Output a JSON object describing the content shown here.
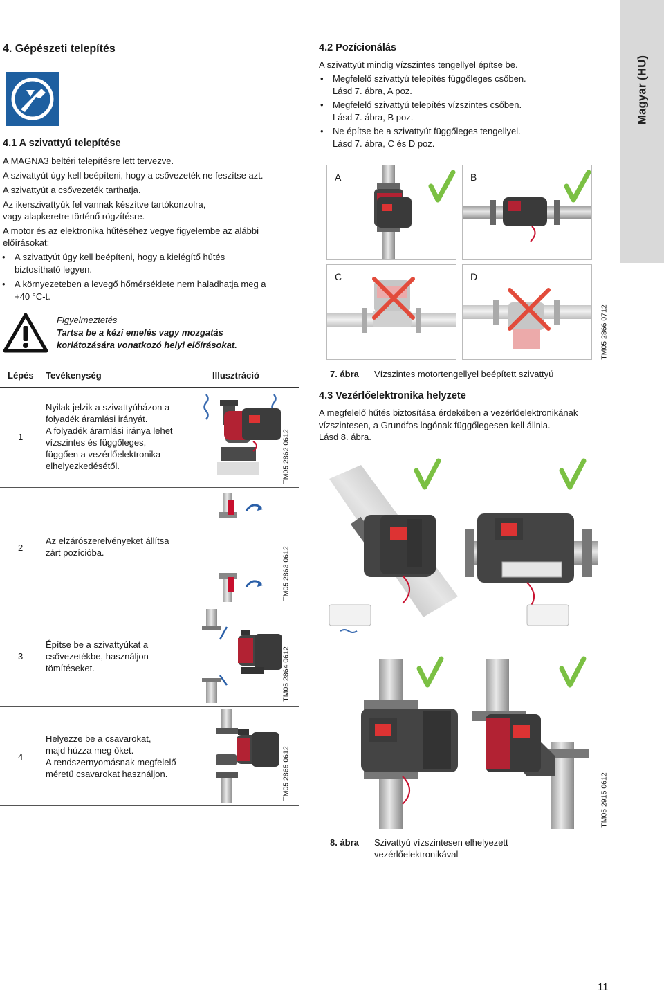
{
  "side_tab": "Magyar (HU)",
  "page_number": "11",
  "section": {
    "title": "4. Gépészeti telepítés",
    "logo_icon": "installation-wrench-icon",
    "subsection_title": "4.1 A szivattyú telepítése",
    "paragraphs": [
      "A MAGNA3 beltéri telepítésre lett tervezve.",
      "A szivattyút úgy kell beépíteni, hogy a csővezeték ne feszítse azt.",
      "A szivattyút a csővezeték tarthatja.",
      "Az ikerszivattyúk fel vannak készítve tartókonzolra,",
      "vagy alapkeretre történő rögzítésre.",
      "A motor és az elektronika hűtéséhez vegye figyelembe az alábbi",
      "előírásokat:"
    ],
    "bullets": [
      [
        "A szivattyút úgy kell beépíteni, hogy a kielégítő hűtés",
        "biztosítható legyen."
      ],
      [
        "A környezeteben a levegő hőmérséklete nem haladhatja meg a",
        "+40 °C-t."
      ]
    ]
  },
  "warning": {
    "icon": "warning-triangle-icon",
    "title": "Figyelmeztetés",
    "body_lines": [
      "Tartsa be a kézi emelés vagy mozgatás",
      "korlátozására vonatkozó helyi előírásokat."
    ]
  },
  "steps_table": {
    "headers": [
      "Lépés",
      "Tevékenység",
      "Illusztráció"
    ],
    "rows": [
      {
        "num": "1",
        "lines": [
          "Nyilak jelzik a szivattyúházon a",
          "folyadék áramlási irányát.",
          "A folyadék áramlási iránya lehet",
          "vízszintes és függőleges,",
          "függően a vezérlőelektronika",
          "elhelyezkedésétől."
        ],
        "code": "TM05 2862 0612"
      },
      {
        "num": "2",
        "lines": [
          "Az elzárószerelvényeket állítsa",
          "zárt pozícióba."
        ],
        "code": "TM05 2863 0612"
      },
      {
        "num": "3",
        "lines": [
          "Építse be a szivattyúkat a",
          "csővezetékbe, használjon",
          "tömítéseket."
        ],
        "code": "TM05 2864 0612"
      },
      {
        "num": "4",
        "lines": [
          "Helyezze be a csavarokat,",
          "majd húzza meg őket.",
          "A rendszernyomásnak megfelelő",
          "méretű csavarokat használjon."
        ],
        "code": "TM05 2865 0612"
      }
    ]
  },
  "positioning": {
    "title": "4.2 Pozícionálás",
    "intro": "A szivattyút mindig vízszintes tengellyel építse be.",
    "bullets": [
      [
        "Megfelelő szivattyú telepítés függőleges csőben.",
        "Lásd 7. ábra, A poz."
      ],
      [
        "Megfelelő szivattyú telepítés vízszintes csőben.",
        "Lásd 7. ábra, B poz."
      ],
      [
        "Ne építse be a szivattyút függőleges tengellyel.",
        "Lásd 7. ábra, C és D poz."
      ]
    ],
    "figure_letters": [
      "A",
      "B",
      "C",
      "D"
    ],
    "figure_code": "TM05 2866 0712",
    "caption_num": "7. ábra",
    "caption_text": "Vízszintes motortengellyel beépített szivattyú"
  },
  "controller": {
    "title": "4.3 Vezérlőelektronika helyzete",
    "lines": [
      "A megfelelő hűtés biztosítása érdekében a vezérlőelektronikának",
      "vízszintesen, a Grundfos logónak függőlegesen kell állnia.",
      "Lásd 8. ábra."
    ],
    "figure_code": "TM05 2915 0612",
    "caption_num": "8. ábra",
    "caption_lines": [
      "Szivattyú vízszintesen elhelyezett",
      "vezérlőelektronikával"
    ]
  },
  "colors": {
    "logo_blue": "#1e5fa0",
    "check_green": "#7bc043",
    "cross_red": "#e24b3b",
    "pump_red": "#c8102e",
    "pipe_grey": "#c6c6c6"
  }
}
